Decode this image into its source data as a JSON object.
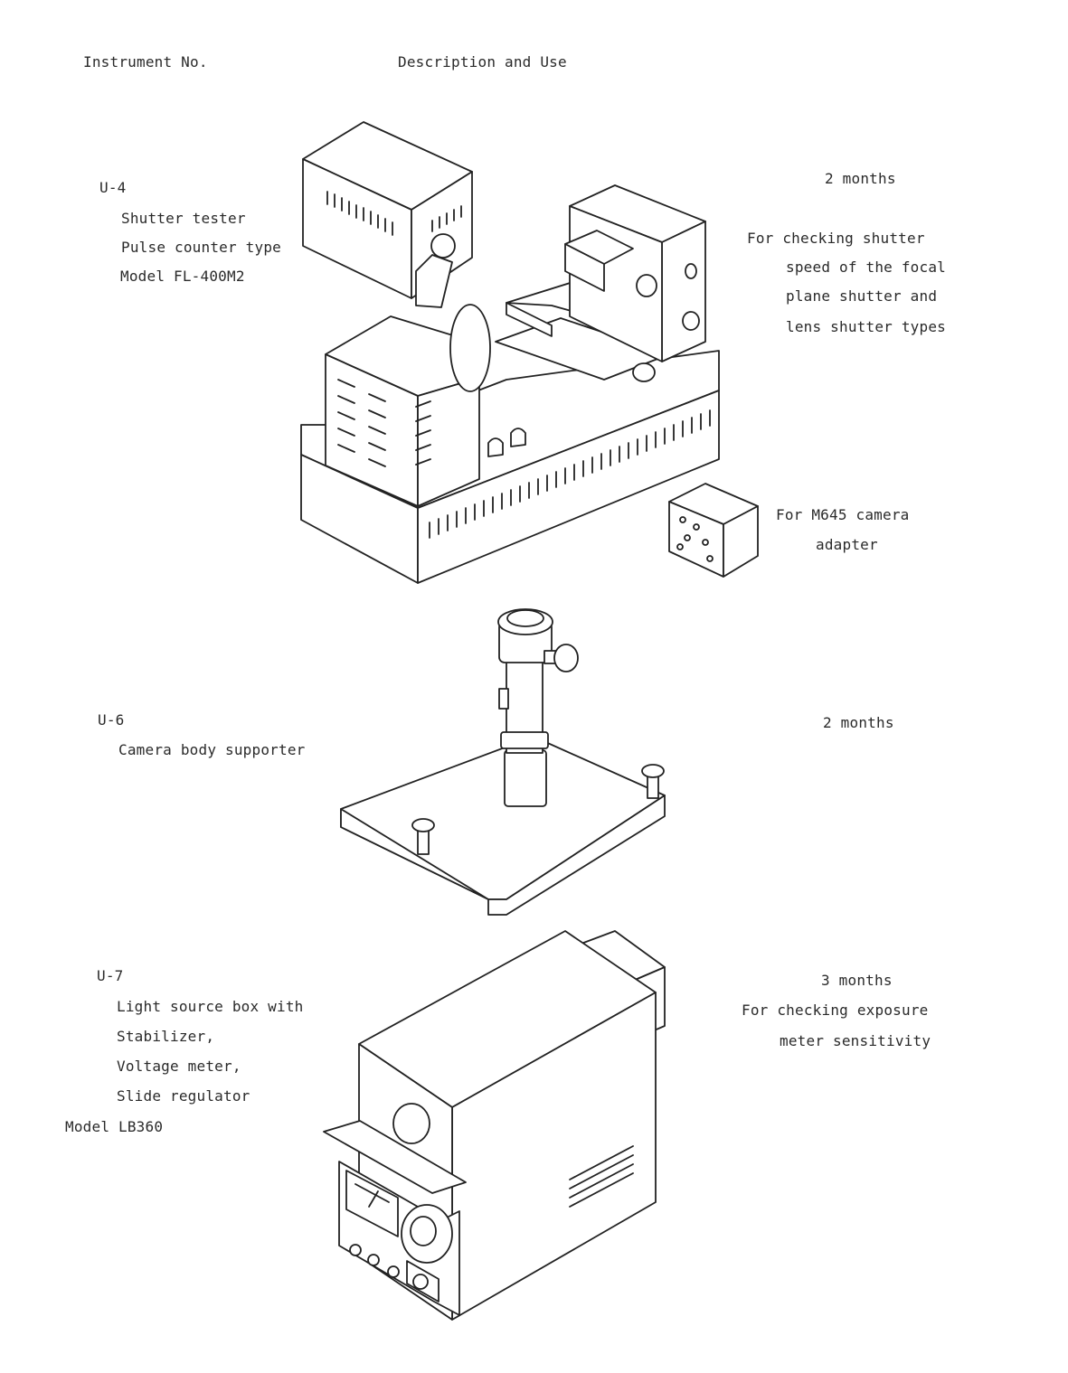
{
  "header": {
    "instrument_no": "Instrument  No.",
    "description_and_use": "Description and Use"
  },
  "instruments": [
    {
      "id": "U-4",
      "lines": [
        "Shutter tester",
        "Pulse counter type",
        "Model FL-400M2"
      ],
      "interval": "2 months",
      "use_lines": [
        "For checking shutter",
        "speed of the focal",
        "plane shutter and",
        "lens shutter types"
      ],
      "accessory_lines": [
        "For M645 camera",
        "adapter"
      ],
      "illustration_icon": "shutter-tester-drawing"
    },
    {
      "id": "U-6",
      "lines": [
        "Camera body supporter"
      ],
      "interval": "2 months",
      "illustration_icon": "camera-body-supporter-drawing"
    },
    {
      "id": "U-7",
      "lines": [
        "Light source box with",
        "Stabilizer,",
        "Voltage meter,",
        "Slide regulator"
      ],
      "model": "Model  LB360",
      "interval": "3 months",
      "use_lines": [
        "For checking exposure",
        "meter sensitivity"
      ],
      "illustration_icon": "light-source-box-drawing"
    }
  ]
}
